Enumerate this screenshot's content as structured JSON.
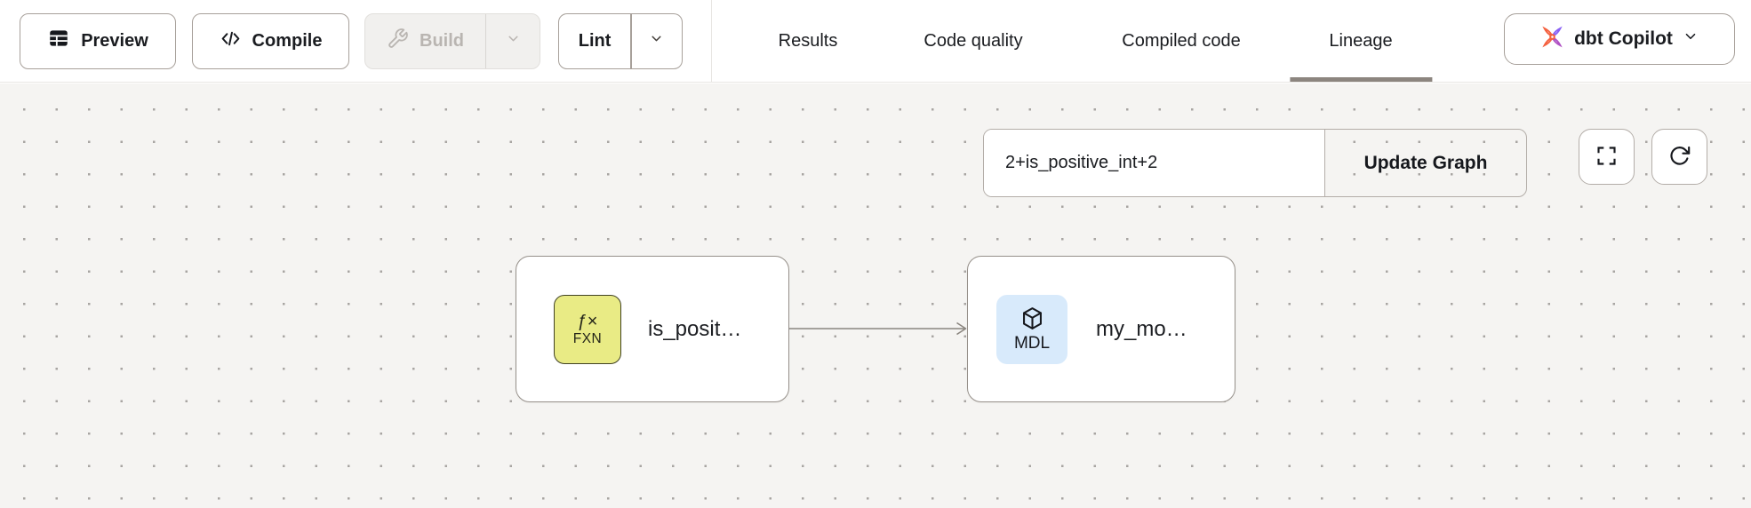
{
  "toolbar": {
    "preview": "Preview",
    "compile": "Compile",
    "build": "Build",
    "lint": "Lint"
  },
  "tabs": {
    "results": "Results",
    "code_quality": "Code quality",
    "compiled_code": "Compiled code",
    "lineage": "Lineage",
    "active_tab": "Lineage"
  },
  "copilot": {
    "label": "dbt Copilot"
  },
  "graph": {
    "selector_value": "2+is_positive_int+2",
    "update_button": "Update Graph",
    "nodes": [
      {
        "kind": "function",
        "badge_symbol": "ƒ×",
        "badge_code": "FXN",
        "label": "is_posit…"
      },
      {
        "kind": "model",
        "badge_code": "MDL",
        "label": "my_mo…"
      }
    ],
    "edges": [
      {
        "from": "is_posit…",
        "to": "my_mo…"
      }
    ]
  },
  "icons": {
    "preview": "table-icon",
    "compile": "code-icon",
    "build": "wrench-icon",
    "copilot": "dbt-logo-icon",
    "fullscreen": "fullscreen-icon",
    "refresh": "refresh-icon",
    "function_badge": "function-icon",
    "model_badge": "cube-icon",
    "dropdowns": "chevron-down-icon"
  },
  "colors": {
    "accent_orange": "#ff5c35",
    "accent_purple": "#8a62f5",
    "tab_underline": "#8c857f",
    "canvas_bg": "#f5f4f2",
    "fxn_badge_bg": "#e9eb85",
    "mdl_badge_bg": "#d8eafb",
    "node_border": "#96908a",
    "button_border": "#a7a09a"
  }
}
